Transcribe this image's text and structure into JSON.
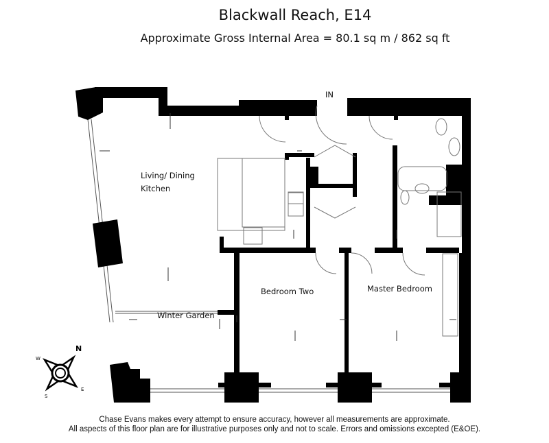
{
  "header": {
    "title": "Blackwall Reach, E14",
    "subtitle": "Approximate Gross Internal Area = 80.1 sq m / 862 sq ft"
  },
  "plan": {
    "entrance_label": "IN",
    "rooms": {
      "living_line1": "Living/ Dining",
      "living_line2": "Kitchen",
      "winter_garden": "Winter Garden",
      "bedroom_two": "Bedroom Two",
      "master_bedroom": "Master Bedroom"
    }
  },
  "compass": {
    "n": "N",
    "e": "E",
    "s": "S",
    "w": "W"
  },
  "footer": {
    "line1": "Chase Evans makes every attempt to ensure accuracy, however all measurements are approximate.",
    "line2": "All aspects of this floor plan are for illustrative purposes only and not to scale. Errors and omissions excepted (E&OE)."
  }
}
